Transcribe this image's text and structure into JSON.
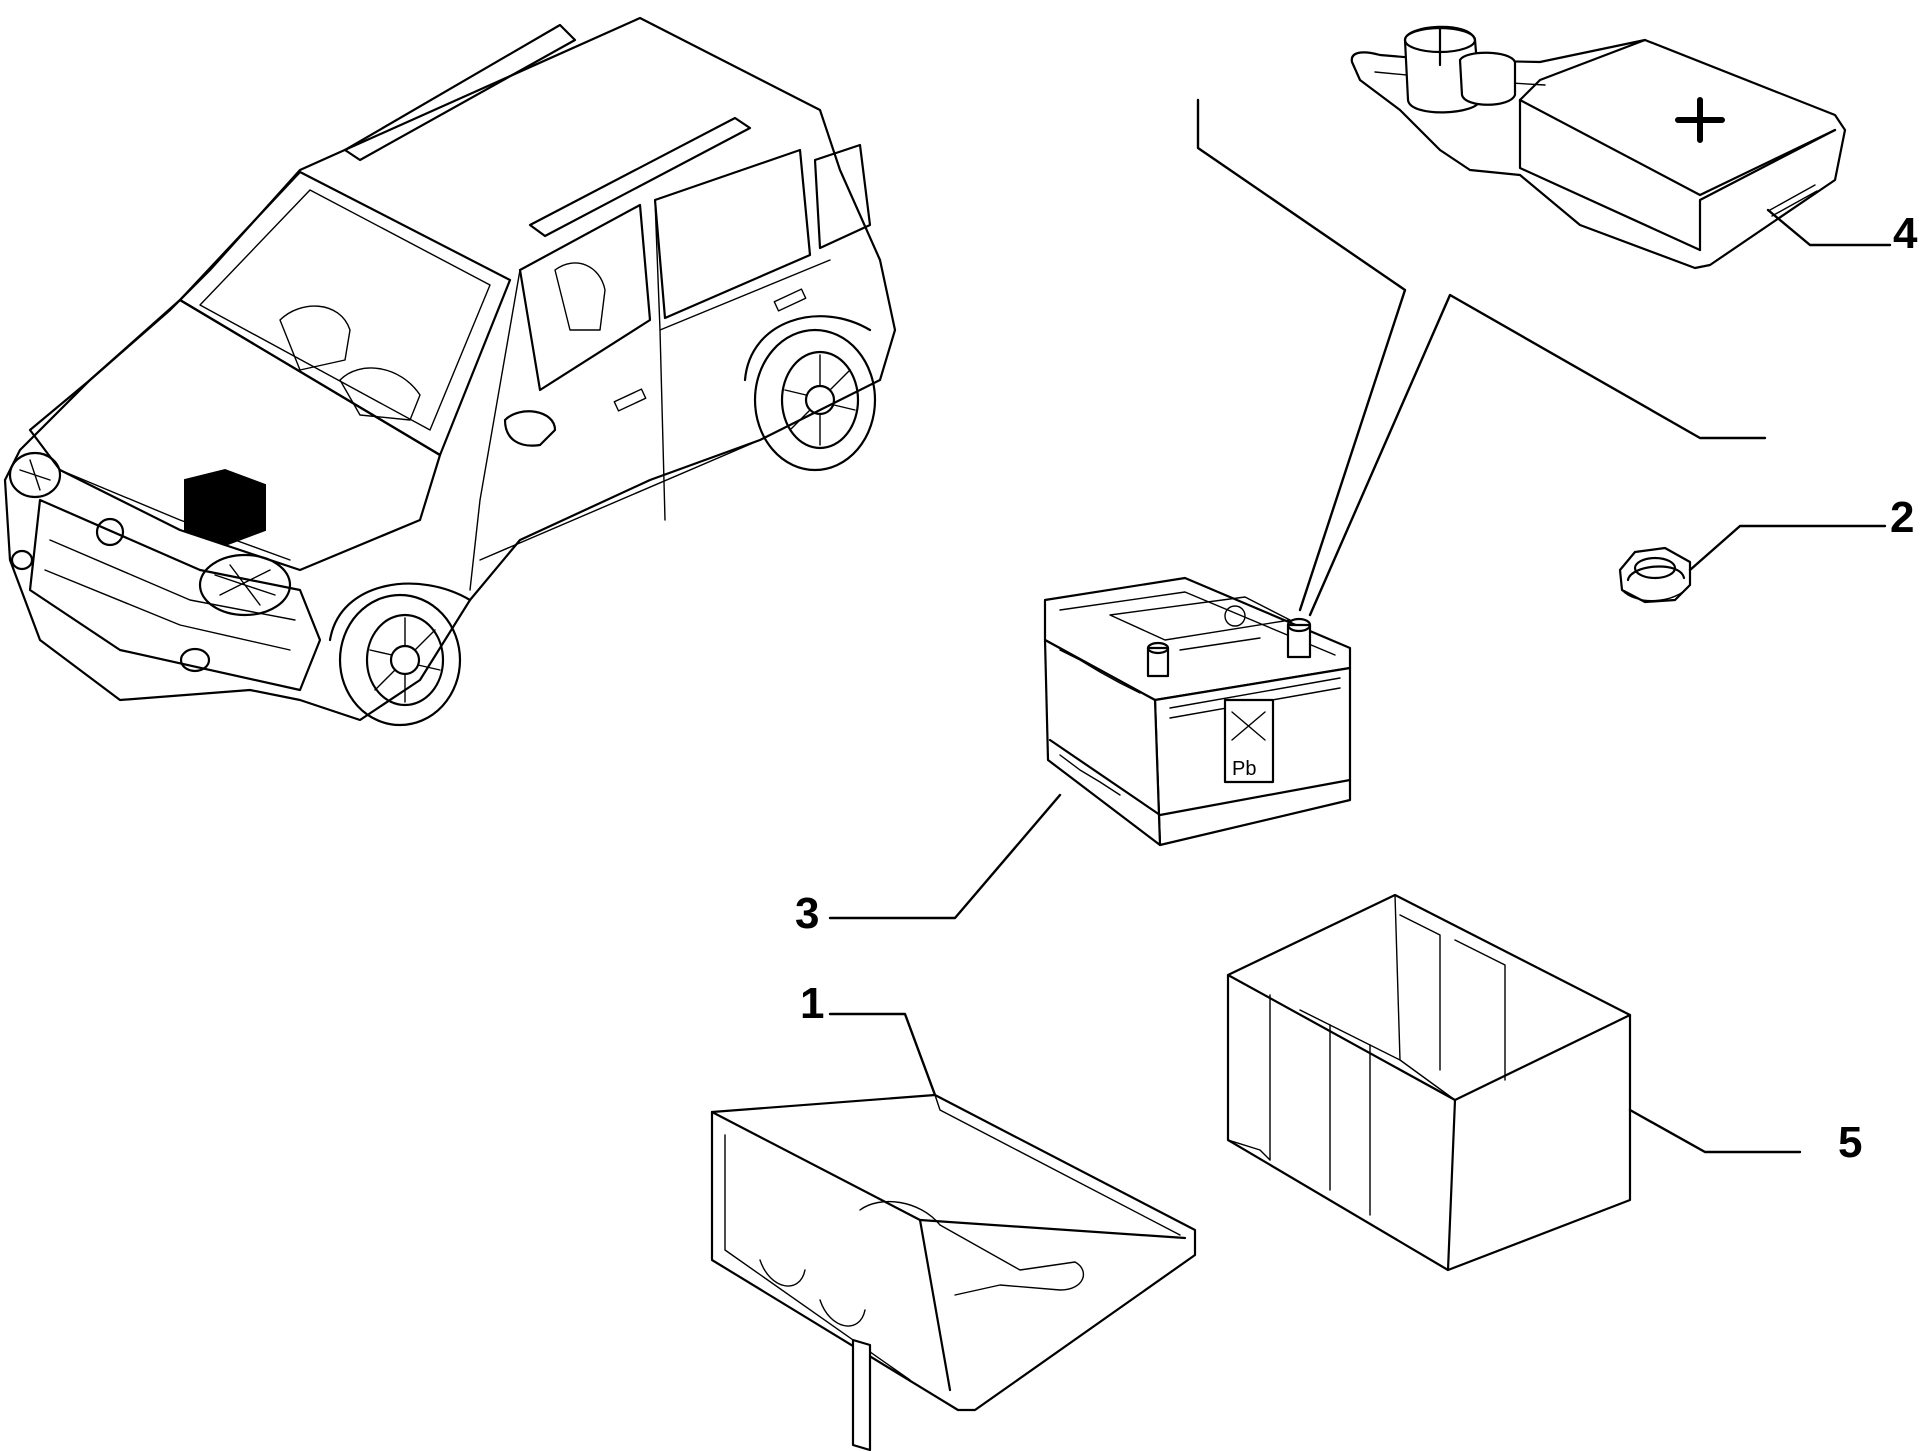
{
  "callouts": [
    {
      "label": "1"
    },
    {
      "label": "2"
    },
    {
      "label": "3"
    },
    {
      "label": "4"
    },
    {
      "label": "5"
    }
  ],
  "battery": {
    "marking": "Pb"
  },
  "terminal_cover": {
    "marking": "+"
  },
  "colors": {
    "ink": "#000000",
    "background": "#ffffff"
  }
}
